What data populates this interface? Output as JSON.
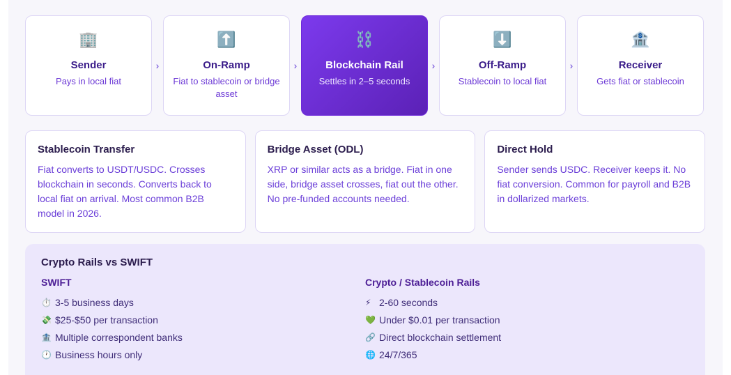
{
  "flow": {
    "steps": [
      {
        "icon": "🏢",
        "icon_name": "office-building-icon",
        "title": "Sender",
        "sub": "Pays in local fiat",
        "active": false
      },
      {
        "icon": "⬆️",
        "icon_name": "up-arrow-icon",
        "title": "On-Ramp",
        "sub": "Fiat to stablecoin or bridge asset",
        "active": false
      },
      {
        "icon": "⛓️",
        "icon_name": "chain-icon",
        "title": "Blockchain Rail",
        "sub": "Settles in 2–5 seconds",
        "active": true
      },
      {
        "icon": "⬇️",
        "icon_name": "down-arrow-icon",
        "title": "Off-Ramp",
        "sub": "Stablecoin to local fiat",
        "active": false
      },
      {
        "icon": "🏦",
        "icon_name": "bank-icon",
        "title": "Receiver",
        "sub": "Gets fiat or stablecoin",
        "active": false
      }
    ],
    "arrow": "›"
  },
  "cards": [
    {
      "title": "Stablecoin Transfer",
      "text": "Fiat converts to USDT/USDC. Crosses blockchain in seconds. Converts back to local fiat on arrival. Most common B2B model in 2026."
    },
    {
      "title": "Bridge Asset (ODL)",
      "text": "XRP or similar acts as a bridge. Fiat in one side, bridge asset crosses, fiat out the other. No pre-funded accounts needed."
    },
    {
      "title": "Direct Hold",
      "text": "Sender sends USDC. Receiver keeps it. No fiat conversion. Common for payroll and B2B in dollarized markets."
    }
  ],
  "compare": {
    "title": "Crypto Rails vs SWIFT",
    "swift": {
      "heading": "SWIFT",
      "items": [
        {
          "icon": "⏱️",
          "icon_name": "stopwatch-icon",
          "text": "3-5 business days"
        },
        {
          "icon": "💸",
          "icon_name": "money-with-wings-icon",
          "text": "$25-$50 per transaction"
        },
        {
          "icon": "🏦",
          "icon_name": "bank-icon",
          "text": "Multiple correspondent banks"
        },
        {
          "icon": "🕐",
          "icon_name": "clock-icon",
          "text": "Business hours only"
        }
      ]
    },
    "crypto": {
      "heading": "Crypto / Stablecoin Rails",
      "items": [
        {
          "icon": "⚡",
          "icon_name": "lightning-icon",
          "text": "2-60 seconds"
        },
        {
          "icon": "💚",
          "icon_name": "green-heart-icon",
          "text": "Under $0.01 per transaction"
        },
        {
          "icon": "🔗",
          "icon_name": "link-icon",
          "text": "Direct blockchain settlement"
        },
        {
          "icon": "🌐",
          "icon_name": "globe-icon",
          "text": "24/7/365"
        }
      ]
    }
  },
  "colors": {
    "accent": "#6d28d9",
    "accent_text": "#6b3fd8",
    "card_border": "#ddd6f5",
    "compare_bg": "#ece7fc"
  }
}
